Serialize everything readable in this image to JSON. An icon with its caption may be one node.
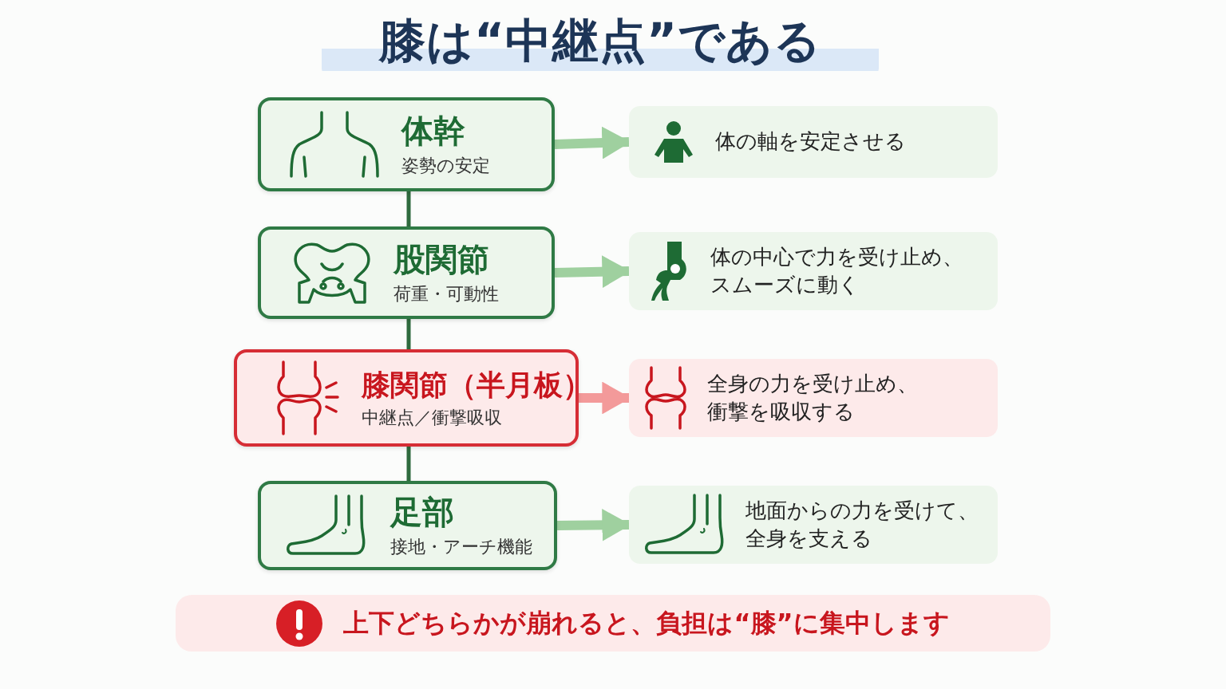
{
  "diagram": {
    "title": "膝は“中継点”である",
    "nodes": [
      {
        "text": [
          "体幹",
          "姿勢の安定"
        ]
      },
      {
        "text": [
          "股関節",
          "荷重・可動性"
        ]
      },
      {
        "text": [
          "膝関節（半月板）",
          "中継点／衝撃吸収"
        ]
      },
      {
        "text": [
          "足部",
          "接地・アーチ機能"
        ]
      },
      {
        "text": [
          "体の軸を安定させる"
        ]
      },
      {
        "text": [
          "体の中心で力を受け止め、スムーズに動く"
        ]
      },
      {
        "text": [
          "全身の力を受け止め、衝撃を吸収する"
        ]
      },
      {
        "text": [
          "地面からの力を受けて、全身を支える"
        ]
      },
      {
        "text": [
          "上下どちらかが崩れると、負担は“膝”に集中します"
        ]
      }
    ],
    "edges": [
      {
        "from": 0,
        "to": 1,
        "arrow": "none"
      },
      {
        "from": 1,
        "to": 2,
        "arrow": "none"
      },
      {
        "from": 2,
        "to": 3,
        "arrow": "none"
      },
      {
        "from": 0,
        "to": 4,
        "arrow": "to",
        "color": "#9fd09f"
      },
      {
        "from": 1,
        "to": 5,
        "arrow": "to",
        "color": "#9fd09f"
      },
      {
        "from": 2,
        "to": 6,
        "arrow": "to",
        "color": "#f39a9a"
      },
      {
        "from": 3,
        "to": 7,
        "arrow": "to",
        "color": "#9fd09f"
      }
    ]
  }
}
